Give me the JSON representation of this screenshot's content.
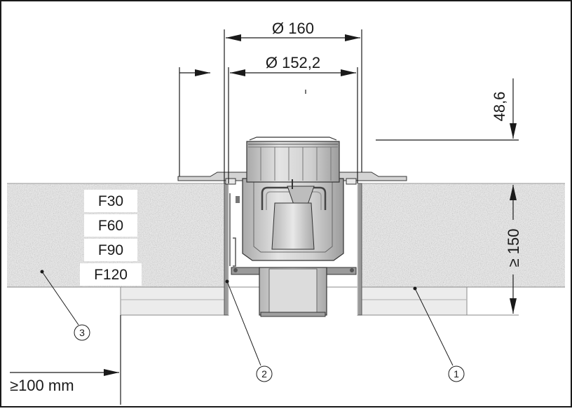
{
  "dimensions": {
    "outer_diameter": "Ø 160",
    "inner_diameter": "Ø 152,2",
    "top_height": "48,6",
    "slab_thickness": "≥ 150",
    "edge_distance": "≥100 mm"
  },
  "fire_ratings": [
    "F30",
    "F60",
    "F90",
    "F120"
  ],
  "callouts": [
    "1",
    "2",
    "3"
  ],
  "colors": {
    "line": "#1a1a1a",
    "concrete_light": "#ececec",
    "concrete_dark": "#b8b8b8",
    "metal": "#c8c8c8",
    "metal_dark": "#8a8a8a",
    "label_bg": "#ffffff"
  }
}
